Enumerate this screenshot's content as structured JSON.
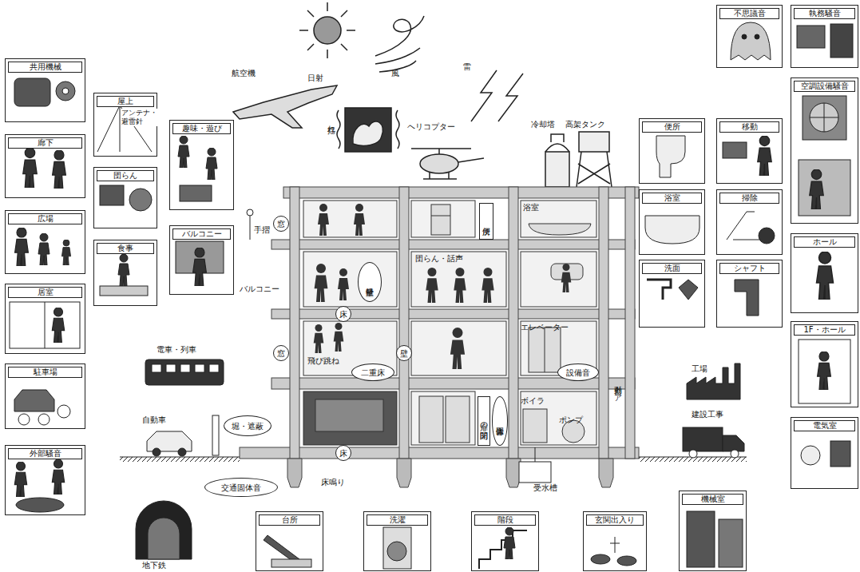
{
  "diagram": {
    "nodes": [
      {
        "text": [
          "共用機械"
        ]
      },
      {
        "text": [
          "屋上",
          "アンテナ・避雷針"
        ]
      },
      {
        "text": [
          "趣味・遊び"
        ]
      },
      {
        "text": [
          "不思議音"
        ]
      },
      {
        "text": [
          "執務騒音"
        ]
      },
      {
        "text": [
          "廊下"
        ]
      },
      {
        "text": [
          "団らん"
        ]
      },
      {
        "text": [
          "便所"
        ]
      },
      {
        "text": [
          "移動"
        ]
      },
      {
        "text": [
          "空調設備騒音"
        ]
      },
      {
        "text": [
          "浴室"
        ]
      },
      {
        "text": [
          "掃除"
        ]
      },
      {
        "text": [
          "広場"
        ]
      },
      {
        "text": [
          "バルコニー"
        ]
      },
      {
        "text": [
          "食事"
        ]
      },
      {
        "text": [
          "ホール"
        ]
      },
      {
        "text": [
          "洗面"
        ]
      },
      {
        "text": [
          "シャフト"
        ]
      },
      {
        "text": [
          "居室"
        ]
      },
      {
        "text": [
          "1F・ホール"
        ]
      },
      {
        "text": [
          "駐車場"
        ]
      },
      {
        "text": [
          "電気室"
        ]
      },
      {
        "text": [
          "外部騒音"
        ]
      },
      {
        "text": [
          "機械室"
        ]
      },
      {
        "text": [
          "台所"
        ]
      },
      {
        "text": [
          "洗濯"
        ]
      },
      {
        "text": [
          "階段"
        ]
      },
      {
        "text": [
          "玄関出入り"
        ]
      },
      {
        "text": [
          "窓"
        ]
      },
      {
        "text": [
          "軽量壁"
        ]
      },
      {
        "text": [
          "便所"
        ]
      },
      {
        "text": [
          "床"
        ]
      },
      {
        "text": [
          "窓"
        ]
      },
      {
        "text": [
          "壁"
        ]
      },
      {
        "text": [
          "二重床"
        ]
      },
      {
        "text": [
          "設備音"
        ]
      },
      {
        "text": [
          "堀・遮蔽"
        ]
      },
      {
        "text": [
          "扉の開閉"
        ]
      },
      {
        "text": [
          "固体音"
        ]
      },
      {
        "text": [
          "床"
        ]
      },
      {
        "text": [
          "交通固体音"
        ]
      }
    ],
    "labels": [
      "航空機",
      "日射",
      "風",
      "雷",
      "揺れ",
      "ヘリコプター",
      "冷却塔",
      "高架タンク",
      "手摺",
      "バルコニー",
      "団らん・話声",
      "浴室",
      "飛び跳ね",
      "エレベーター",
      "電車・列車",
      "自動車",
      "ボイラ",
      "ポンプ",
      "自動ドア",
      "工場",
      "建設工事",
      "床鳴り",
      "受水槽",
      "地下鉄"
    ]
  }
}
